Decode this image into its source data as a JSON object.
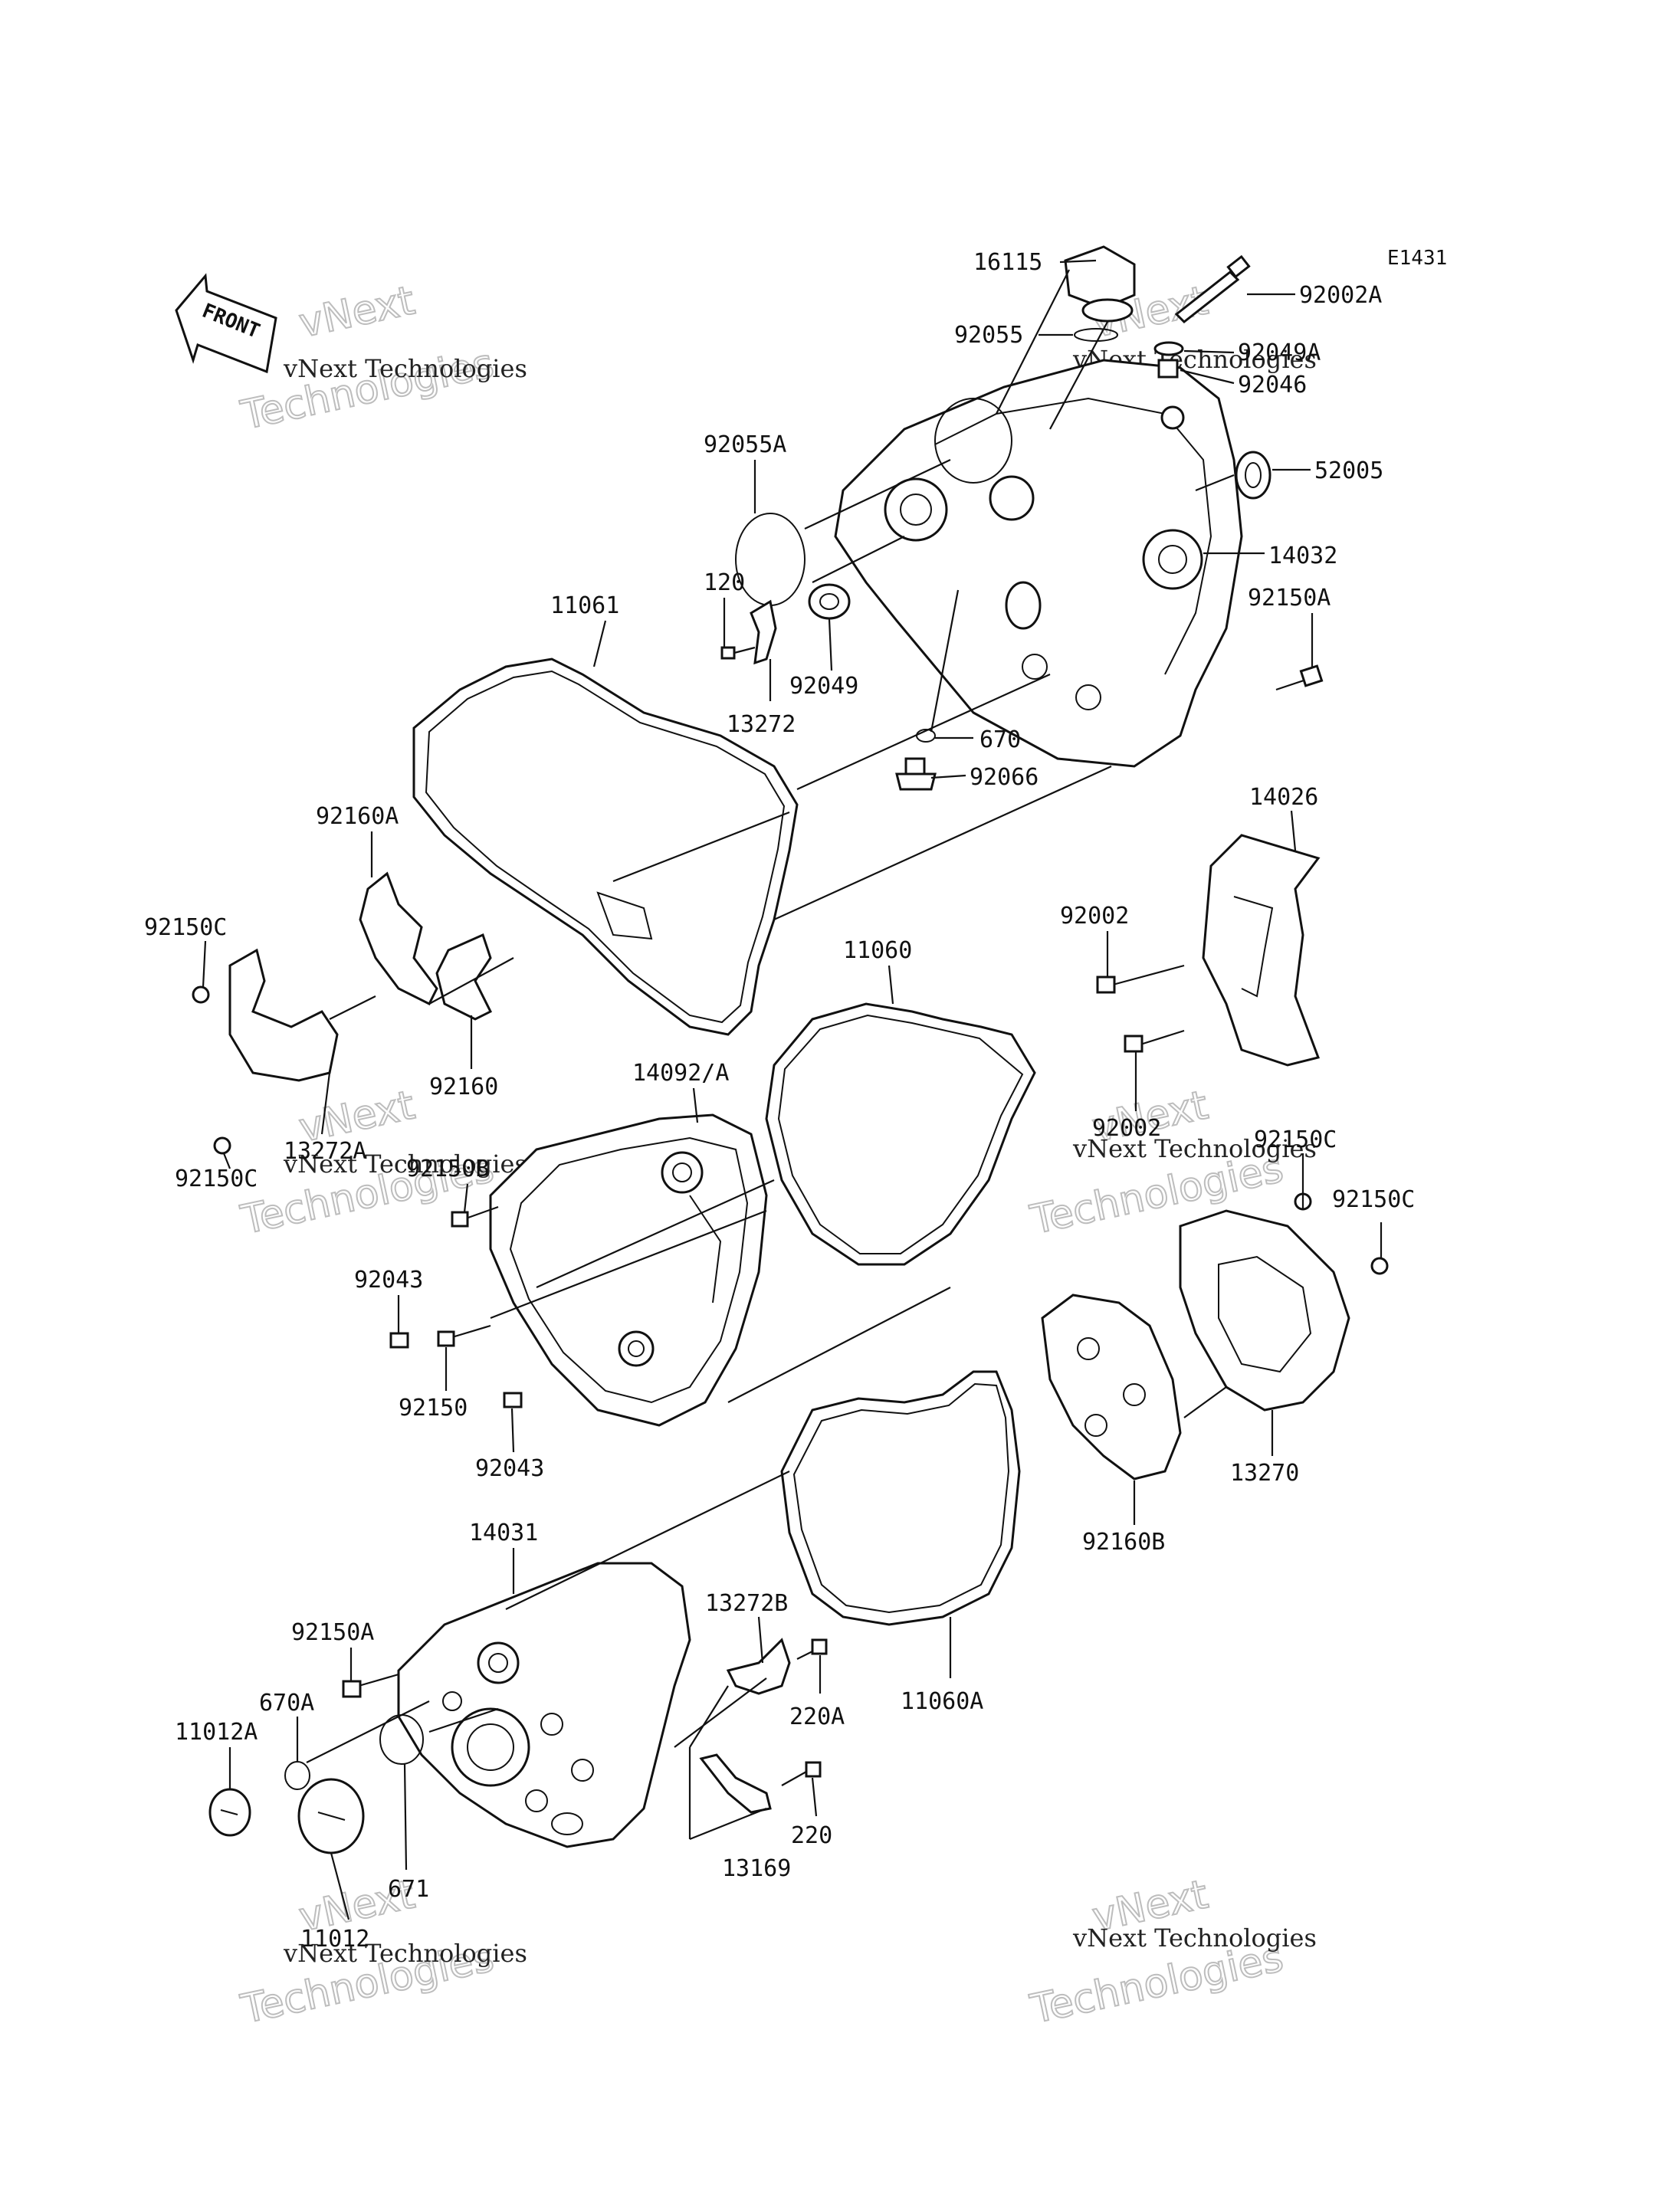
{
  "diagram_code": "E1431",
  "front_label": "FRONT",
  "watermarks": {
    "line1": "vNext",
    "line2": "vNext Technologies",
    "line3": "Technologies"
  },
  "labels": {
    "p16115": "16115",
    "p92002A": "92002A",
    "p92055": "92055",
    "p92049A": "92049A",
    "p92046": "92046",
    "p92055A": "92055A",
    "p52005": "52005",
    "p14032": "14032",
    "p120": "120",
    "p92150A_top": "92150A",
    "p11061": "11061",
    "p92049": "92049",
    "p13272": "13272",
    "p670": "670",
    "p92066": "92066",
    "p14026": "14026",
    "p92160A": "92160A",
    "p92002_a": "92002",
    "p92150C_a": "92150C",
    "p11060": "11060",
    "p92160": "92160",
    "p14092A": "14092/A",
    "p92002_b": "92002",
    "p13272A": "13272A",
    "p92150B": "92150B",
    "p92150C_b": "92150C",
    "p92150C_c": "92150C",
    "p92150C_d": "92150C",
    "p92043_a": "92043",
    "p92150": "92150",
    "p92043_b": "92043",
    "p13270": "13270",
    "p92160B": "92160B",
    "p14031": "14031",
    "p13272B": "13272B",
    "p92150A_bot": "92150A",
    "p670A": "670A",
    "p220A": "220A",
    "p11060A": "11060A",
    "p11012A": "11012A",
    "p220": "220",
    "p671": "671",
    "p13169": "13169",
    "p11012": "11012"
  }
}
